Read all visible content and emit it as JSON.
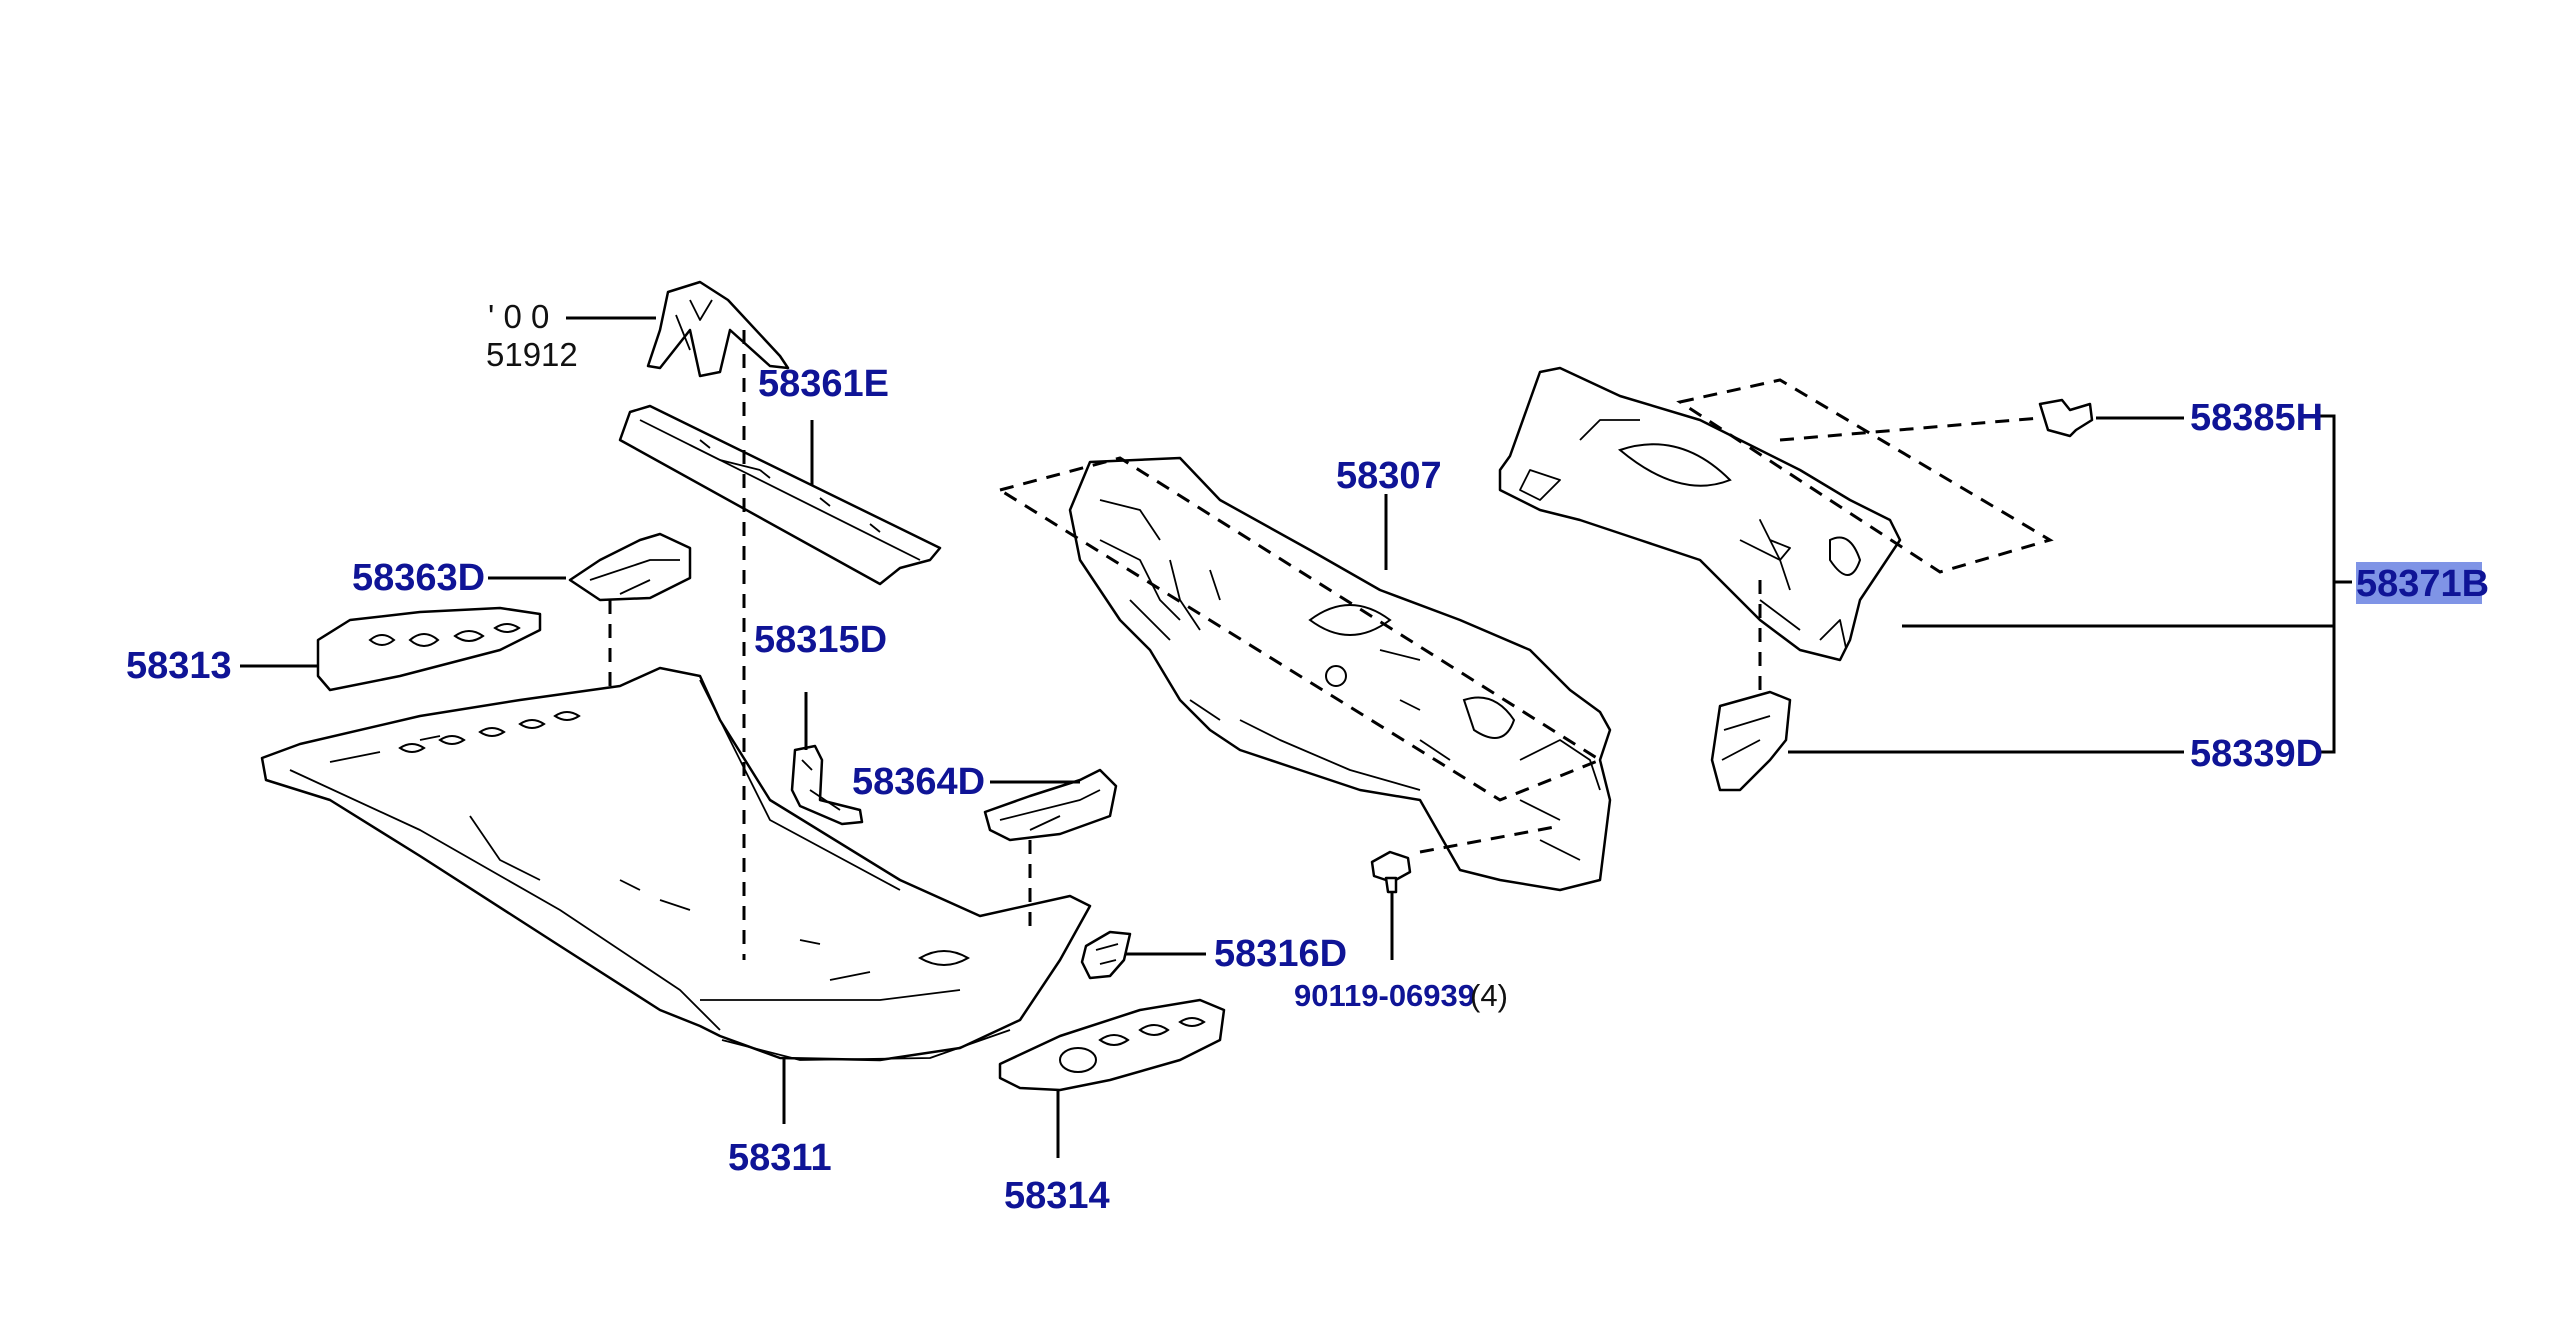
{
  "labels": {
    "p58361E": "58361E",
    "p58307": "58307",
    "p58385H": "58385H",
    "p58363D": "58363D",
    "p58371B": "58371B",
    "p58313": "58313",
    "p58315D": "58315D",
    "p58339D": "58339D",
    "p58364D": "58364D",
    "p58316D": "58316D",
    "bolt_part": "90119-06939",
    "bolt_qty": "(4)",
    "p58311": "58311",
    "p58314": "58314",
    "ref51912": "51912",
    "ref_partial": "' 0 0"
  },
  "colors": {
    "label": "#0f1496",
    "line": "#000000",
    "highlight": "#3b5bd9"
  }
}
